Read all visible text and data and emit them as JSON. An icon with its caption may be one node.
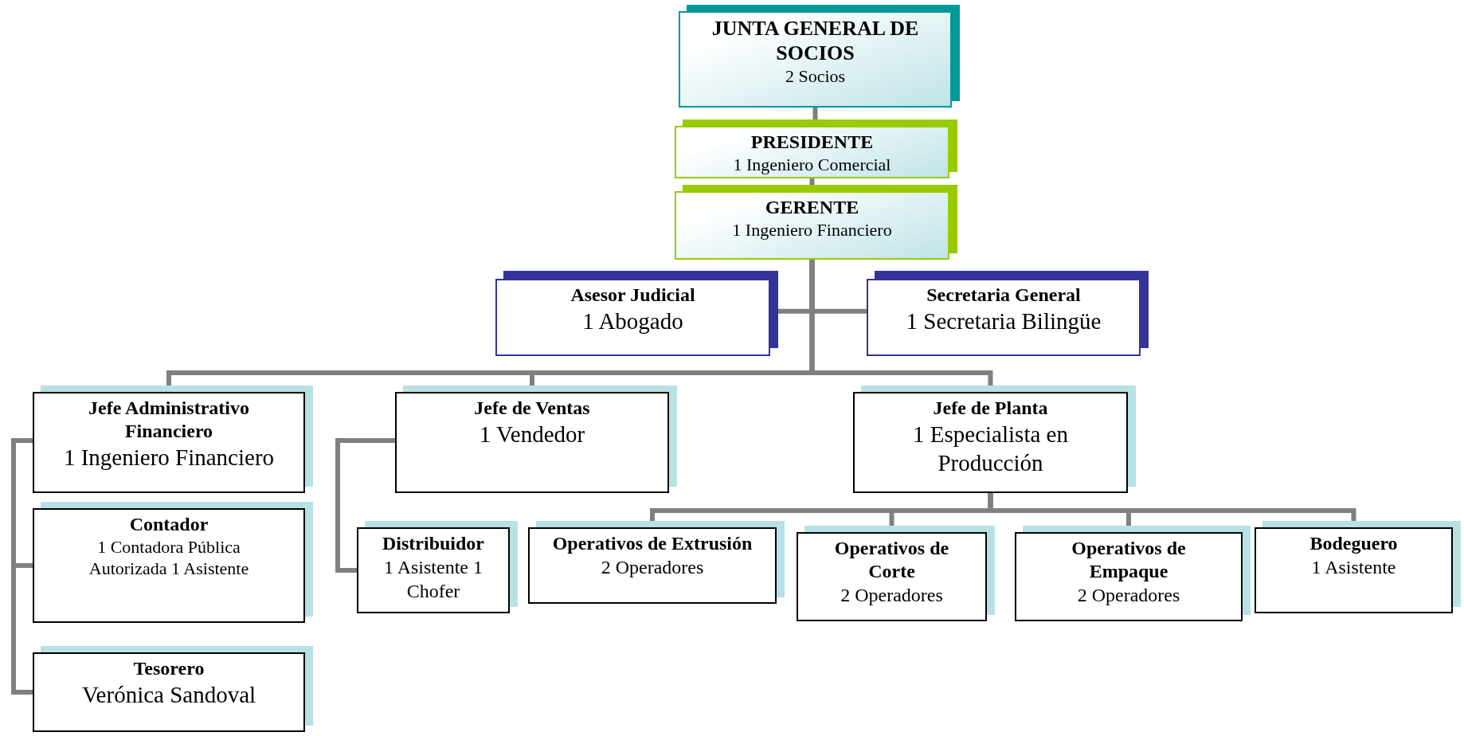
{
  "diagram": {
    "nodes": [
      {
        "text": [
          "JUNTA GENERAL DE SOCIOS",
          "2 Socios"
        ]
      },
      {
        "text": [
          "PRESIDENTE",
          "1 Ingeniero Comercial"
        ]
      },
      {
        "text": [
          "GERENTE",
          "1 Ingeniero Financiero"
        ]
      },
      {
        "text": [
          "Asesor Judicial",
          "1 Abogado"
        ]
      },
      {
        "text": [
          "Secretaria General",
          "1 Secretaria Bilingüe"
        ]
      },
      {
        "text": [
          "Jefe Administrativo Financiero",
          "1 Ingeniero Financiero"
        ]
      },
      {
        "text": [
          "Jefe de Ventas",
          "1 Vendedor"
        ]
      },
      {
        "text": [
          "Jefe de Planta",
          "1 Especialista en Producción"
        ]
      },
      {
        "text": [
          "Contador",
          "1 Contadora Pública Autorizada 1 Asistente"
        ]
      },
      {
        "text": [
          "Tesorero",
          "Verónica Sandoval"
        ]
      },
      {
        "text": [
          "Distribuidor",
          "1 Asistente 1 Chofer"
        ]
      },
      {
        "text": [
          "Operativos de Extrusión",
          "2 Operadores"
        ]
      },
      {
        "text": [
          "Operativos de Corte",
          "2 Operadores"
        ]
      },
      {
        "text": [
          "Operativos de Empaque",
          "2 Operadores"
        ]
      },
      {
        "text": [
          "Bodeguero",
          "1 Asistente"
        ]
      }
    ],
    "edges": [
      {
        "from": 0,
        "to": 1,
        "arrow": "none"
      },
      {
        "from": 1,
        "to": 2,
        "arrow": "none"
      },
      {
        "from": 2,
        "to": 3,
        "arrow": "none"
      },
      {
        "from": 2,
        "to": 4,
        "arrow": "none"
      },
      {
        "from": 2,
        "to": 5,
        "arrow": "none"
      },
      {
        "from": 2,
        "to": 6,
        "arrow": "none"
      },
      {
        "from": 2,
        "to": 7,
        "arrow": "none"
      },
      {
        "from": 5,
        "to": 8,
        "arrow": "none"
      },
      {
        "from": 5,
        "to": 9,
        "arrow": "none"
      },
      {
        "from": 6,
        "to": 10,
        "arrow": "none"
      },
      {
        "from": 7,
        "to": 11,
        "arrow": "none"
      },
      {
        "from": 7,
        "to": 12,
        "arrow": "none"
      },
      {
        "from": 7,
        "to": 13,
        "arrow": "none"
      },
      {
        "from": 7,
        "to": 14,
        "arrow": "none"
      }
    ]
  }
}
